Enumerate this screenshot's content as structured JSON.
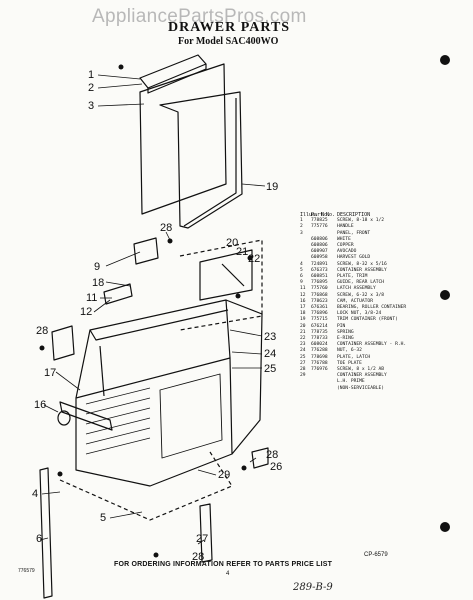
{
  "header": {
    "watermark": "AppliancePartsPros.com",
    "title": "DRAWER PARTS",
    "subtitle": "For Model SAC400WO"
  },
  "callouts": [
    "1",
    "2",
    "3",
    "19",
    "28",
    "20",
    "21",
    "22",
    "9",
    "18",
    "11",
    "12",
    "28",
    "23",
    "24",
    "25",
    "17",
    "16",
    "29",
    "26",
    "28",
    "4",
    "5",
    "6",
    "27",
    "28"
  ],
  "parts_table": {
    "headers": [
      "Illus. No.",
      "Part No.",
      "DESCRIPTION"
    ],
    "rows": [
      [
        "1",
        "778825",
        "SCREW, 8-18 x 1/2"
      ],
      [
        "2",
        "775776",
        "HANDLE"
      ],
      [
        "3",
        "",
        "PANEL, FRONT"
      ],
      [
        "",
        "608806",
        "WHITE"
      ],
      [
        "",
        "608806",
        "COPPER"
      ],
      [
        "",
        "608907",
        "AVOCADO"
      ],
      [
        "",
        "608958",
        "HARVEST GOLD"
      ],
      [
        "4",
        "724891",
        "SCREW, 8-32 x 5/16"
      ],
      [
        "5",
        "676373",
        "CONTAINER ASSEMBLY"
      ],
      [
        "6",
        "608851",
        "PLATE, TRIM"
      ],
      [
        "9",
        "776895",
        "GUIDE, REAR LATCH"
      ],
      [
        "11",
        "775760",
        "LATCH ASSEMBLY"
      ],
      [
        "12",
        "776868",
        "SCREW, 6-32 x 3/8"
      ],
      [
        "16",
        "778623",
        "CAM, ACTUATOR"
      ],
      [
        "17",
        "676361",
        "BEARING, ROLLER CONTAINER"
      ],
      [
        "18",
        "776896",
        "LOCK NUT, 3/8-24"
      ],
      [
        "19",
        "775715",
        "TRIM CONTAINER (FRONT)"
      ],
      [
        "20",
        "676214",
        "PIN"
      ],
      [
        "21",
        "778735",
        "SPRING"
      ],
      [
        "22",
        "778733",
        "E-RING"
      ],
      [
        "23",
        "608024",
        "CONTAINER ASSEMBLY - R.H."
      ],
      [
        "24",
        "776288",
        "NUT, 6-32"
      ],
      [
        "25",
        "778698",
        "PLATE, LATCH"
      ],
      [
        "27",
        "776788",
        "TOE PLATE"
      ],
      [
        "28",
        "776976",
        "SCREW, 8 x 1/2 AB"
      ],
      [
        "29",
        "",
        "CONTAINER ASSEMBLY"
      ],
      [
        "",
        "",
        "L.H. PRIME"
      ],
      [
        "",
        "",
        "(NON-SERVICEABLE)"
      ]
    ]
  },
  "figure_code": "CP-6579",
  "footer": {
    "notice": "FOR ORDERING INFORMATION REFER TO PARTS PRICE LIST",
    "doc_number": "776579",
    "page_number": "4",
    "handwritten_note": "289-B-9"
  }
}
